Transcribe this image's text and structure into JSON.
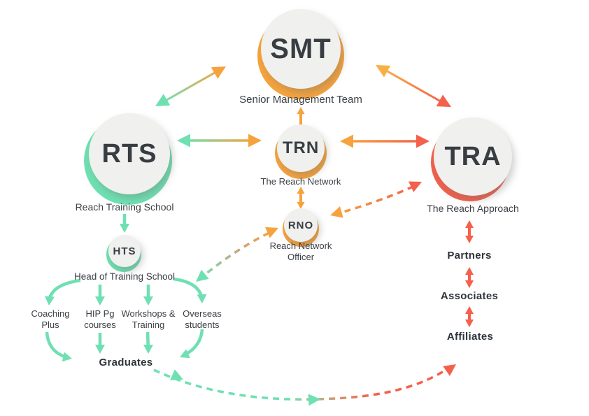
{
  "colors": {
    "orange": "#F6A33D",
    "yellow": "#F9B043",
    "mint": "#6FE0B2",
    "coral": "#F4604B",
    "tan": "#C9A57F",
    "circle_fill": "#F0F0EE",
    "text_dark": "#3A3F45"
  },
  "nodes": {
    "smt": {
      "acronym": "SMT",
      "label": "Senior Management Team"
    },
    "rts": {
      "acronym": "RTS",
      "label": "Reach Training School"
    },
    "trn": {
      "acronym": "TRN",
      "label": "The Reach Network"
    },
    "rno": {
      "acronym": "RNO",
      "label": "Reach Network\nOfficer"
    },
    "hts": {
      "acronym": "HTS",
      "label": "Head of Training School"
    },
    "tra": {
      "acronym": "TRA",
      "label": "The Reach Approach"
    }
  },
  "branches": {
    "coaching": "Coaching\nPlus",
    "hip": "HIP Pg\ncourses",
    "workshops": "Workshops &\nTraining",
    "overseas": "Overseas\nstudents",
    "graduates": "Graduates"
  },
  "tra_chain": [
    "Partners",
    "Associates",
    "Affiliates"
  ],
  "connections": [
    {
      "between": [
        "SMT",
        "RTS"
      ],
      "type": "double-arrow",
      "colors": [
        "orange",
        "mint"
      ]
    },
    {
      "between": [
        "SMT",
        "TRN"
      ],
      "type": "double-arrow",
      "colors": [
        "orange"
      ]
    },
    {
      "between": [
        "SMT",
        "TRA"
      ],
      "type": "double-arrow",
      "colors": [
        "yellow",
        "coral"
      ]
    },
    {
      "between": [
        "RTS",
        "TRN"
      ],
      "type": "double-arrow",
      "colors": [
        "mint",
        "orange"
      ]
    },
    {
      "between": [
        "TRN",
        "TRA"
      ],
      "type": "double-arrow",
      "colors": [
        "orange",
        "coral"
      ]
    },
    {
      "between": [
        "TRN",
        "RNO"
      ],
      "type": "double-arrow",
      "colors": [
        "orange"
      ]
    },
    {
      "between": [
        "RTS",
        "HTS"
      ],
      "type": "arrow",
      "colors": [
        "mint"
      ]
    },
    {
      "between": [
        "HTS",
        "RNO"
      ],
      "type": "dashed-double-arrow",
      "colors": [
        "mint",
        "orange"
      ]
    },
    {
      "between": [
        "RNO",
        "TRA"
      ],
      "type": "dashed-double-arrow",
      "colors": [
        "orange",
        "coral"
      ]
    },
    {
      "between": [
        "HTS",
        "Coaching Plus"
      ],
      "type": "arrow",
      "colors": [
        "mint"
      ]
    },
    {
      "between": [
        "HTS",
        "HIP Pg courses"
      ],
      "type": "arrow",
      "colors": [
        "mint"
      ]
    },
    {
      "between": [
        "HTS",
        "Workshops & Training"
      ],
      "type": "arrow",
      "colors": [
        "mint"
      ]
    },
    {
      "between": [
        "HTS",
        "Overseas students"
      ],
      "type": "arrow",
      "colors": [
        "mint"
      ]
    },
    {
      "between": [
        "Coaching Plus",
        "Graduates"
      ],
      "type": "arrow",
      "colors": [
        "mint"
      ]
    },
    {
      "between": [
        "HIP Pg courses",
        "Graduates"
      ],
      "type": "arrow",
      "colors": [
        "mint"
      ]
    },
    {
      "between": [
        "Workshops & Training",
        "Graduates"
      ],
      "type": "arrow",
      "colors": [
        "mint"
      ]
    },
    {
      "between": [
        "Overseas students",
        "Graduates"
      ],
      "type": "dashed-arrow",
      "colors": [
        "mint",
        "coral"
      ]
    },
    {
      "between": [
        "Graduates",
        "TRA"
      ],
      "type": "dashed-arrow",
      "colors": [
        "mint",
        "tan",
        "coral"
      ]
    },
    {
      "between": [
        "TRA",
        "Partners"
      ],
      "type": "double-arrow",
      "colors": [
        "coral"
      ]
    },
    {
      "between": [
        "Partners",
        "Associates"
      ],
      "type": "double-arrow",
      "colors": [
        "coral"
      ]
    },
    {
      "between": [
        "Associates",
        "Affiliates"
      ],
      "type": "double-arrow",
      "colors": [
        "coral"
      ]
    }
  ]
}
